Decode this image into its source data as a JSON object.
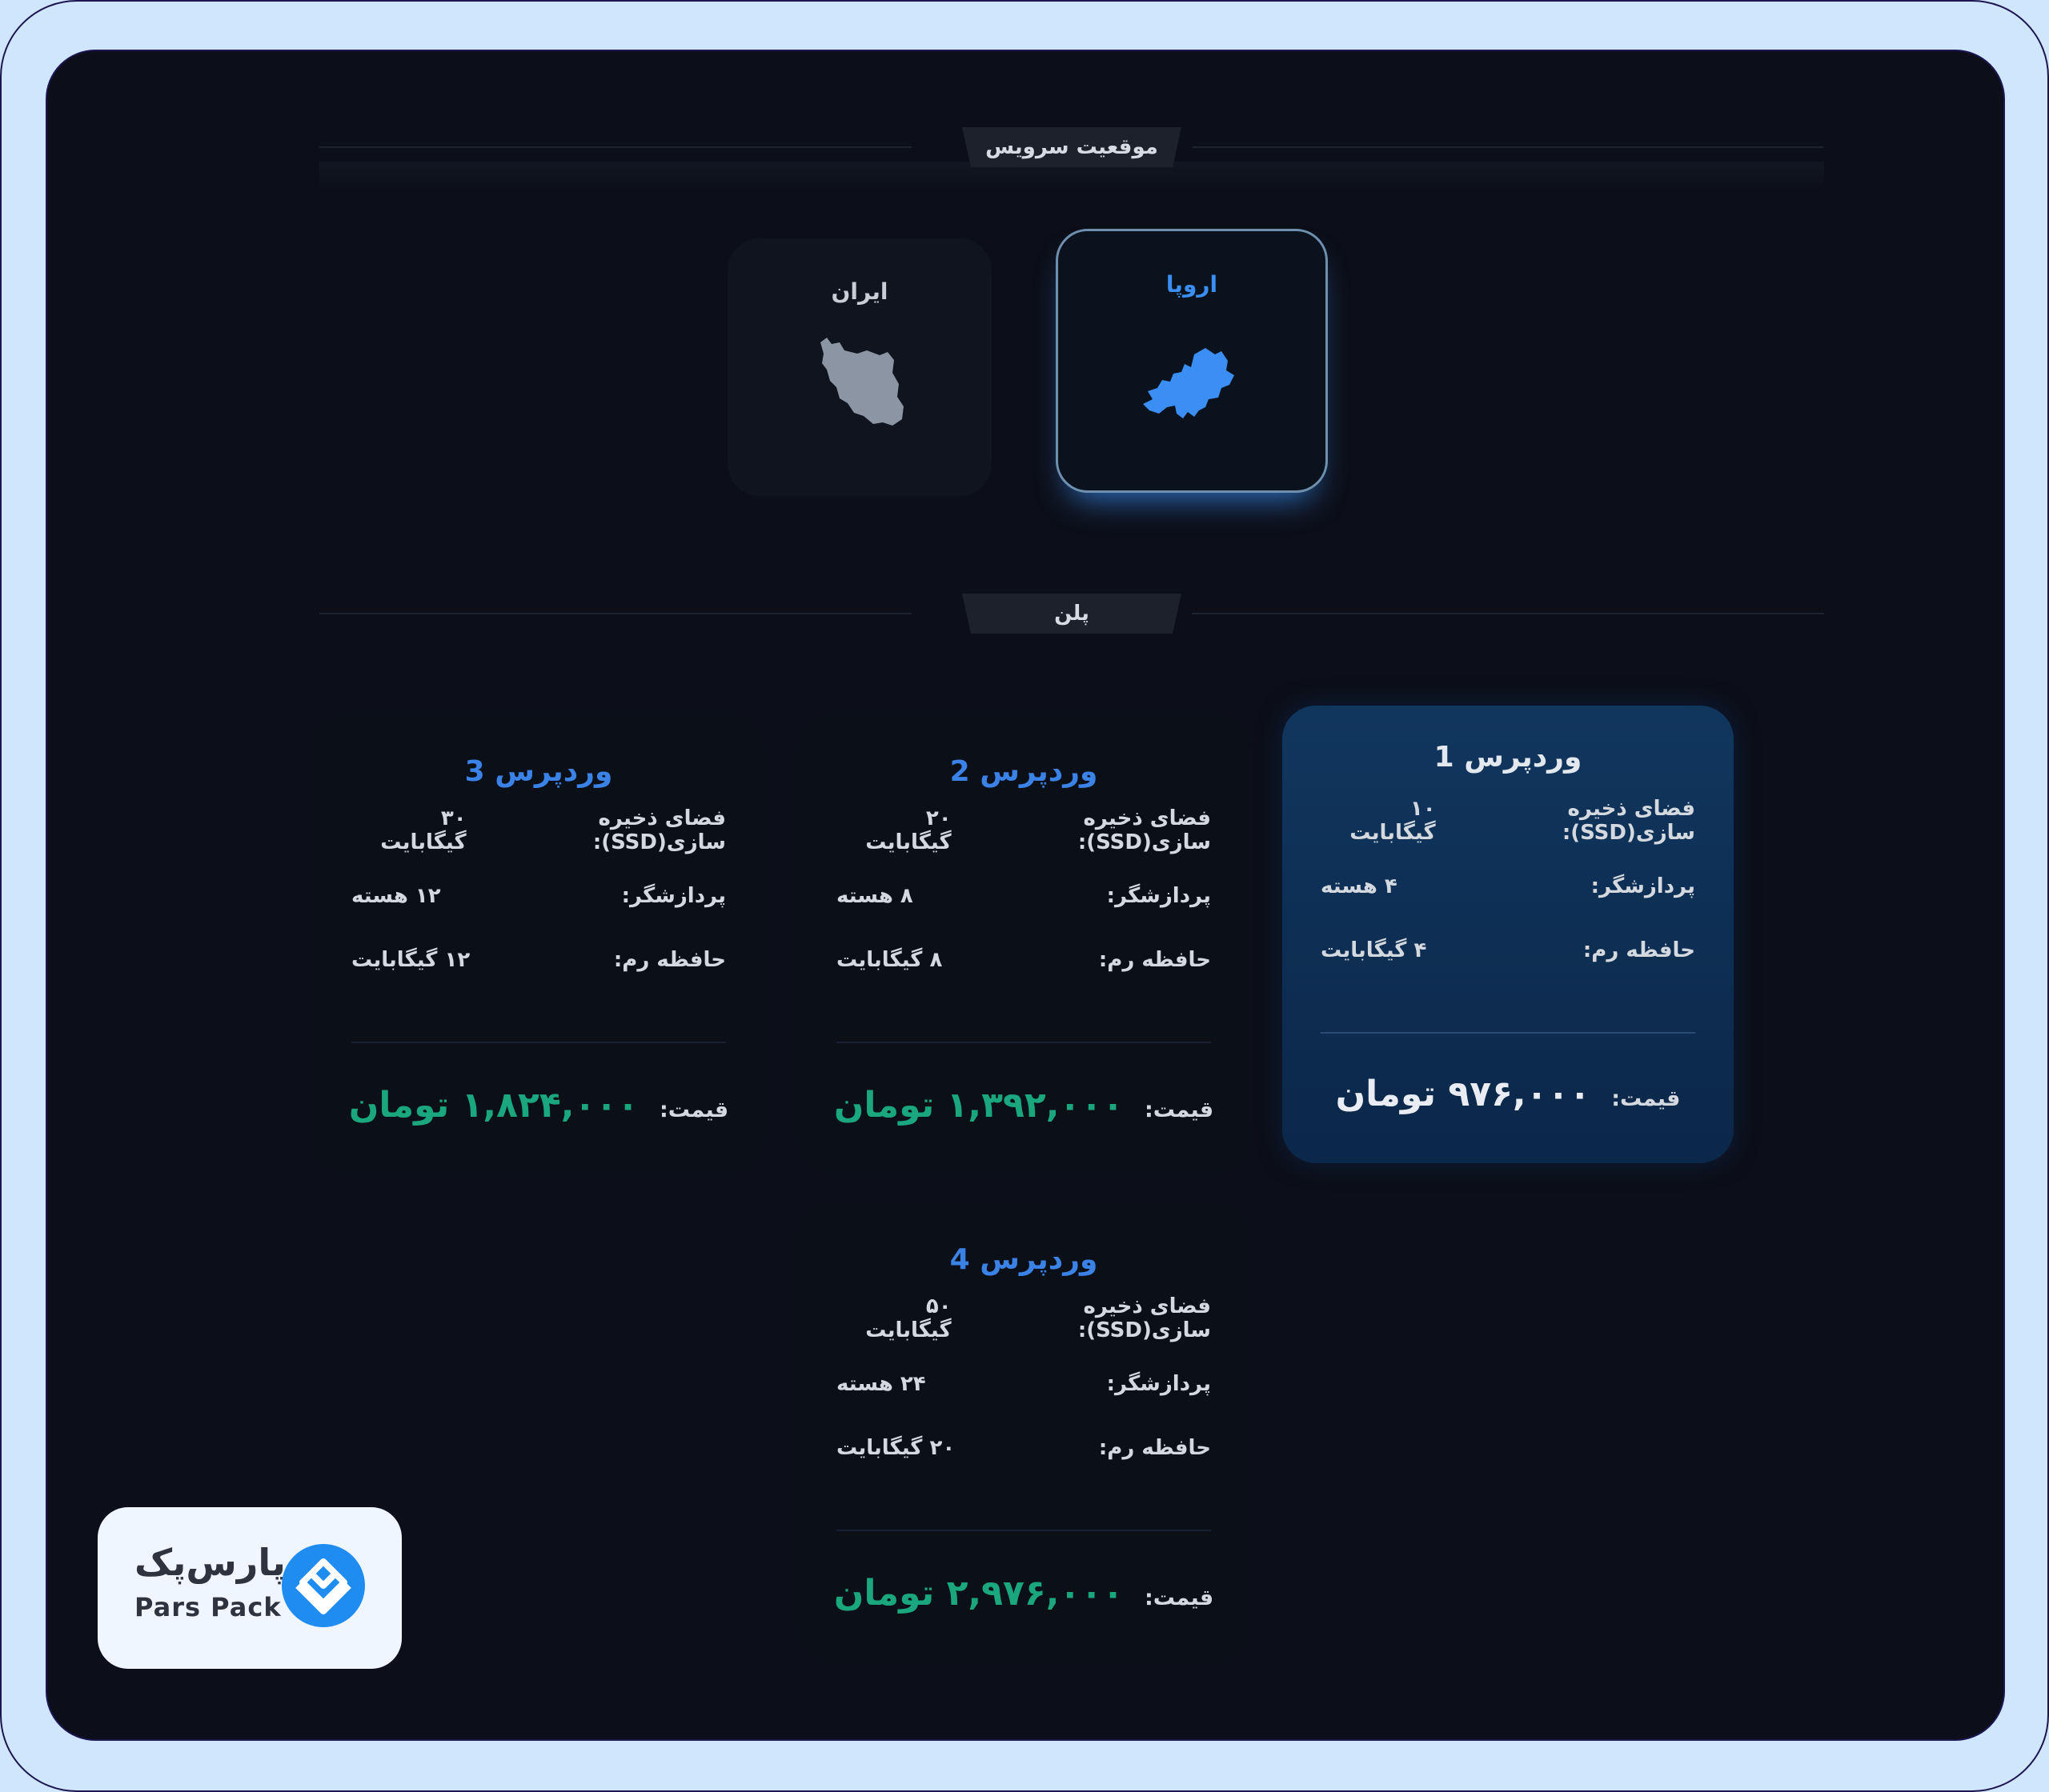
{
  "sections": {
    "location_label": "موقعیت سرویس",
    "plan_label": "پلن"
  },
  "locations": [
    {
      "name": "اروپا",
      "selected": true,
      "icon": "europe-map-icon"
    },
    {
      "name": "ایران",
      "selected": false,
      "icon": "iran-map-icon"
    }
  ],
  "plans": [
    {
      "title": "وردپرس 1",
      "storage_label": "فضای ذخیره سازی(SSD):",
      "storage_value": "۱۰ گیگابایت",
      "cpu_label": "پردازشگر:",
      "cpu_value": "۴ هسته",
      "ram_label": "حافظه رم:",
      "ram_value": "۴ گیگابایت",
      "price_label": "قیمت:",
      "price_value": "۹۷۶,۰۰۰ تومان",
      "active": true
    },
    {
      "title": "وردپرس 2",
      "storage_label": "فضای ذخیره سازی(SSD):",
      "storage_value": "۲۰ گیگابایت",
      "cpu_label": "پردازشگر:",
      "cpu_value": "۸ هسته",
      "ram_label": "حافظه رم:",
      "ram_value": "۸ گیگابایت",
      "price_label": "قیمت:",
      "price_value": "۱,۳۹۲,۰۰۰ تومان",
      "active": false
    },
    {
      "title": "وردپرس 3",
      "storage_label": "فضای ذخیره سازی(SSD):",
      "storage_value": "۳۰ گیگابایت",
      "cpu_label": "پردازشگر:",
      "cpu_value": "۱۲ هسته",
      "ram_label": "حافظه رم:",
      "ram_value": "۱۲ گیگابایت",
      "price_label": "قیمت:",
      "price_value": "۱,۸۲۴,۰۰۰ تومان",
      "active": false
    },
    {
      "title": "وردپرس 4",
      "storage_label": "فضای ذخیره سازی(SSD):",
      "storage_value": "۵۰ گیگابایت",
      "cpu_label": "پردازشگر:",
      "cpu_value": "۲۴ هسته",
      "ram_label": "حافظه رم:",
      "ram_value": "۲۰ گیگابایت",
      "price_label": "قیمت:",
      "price_value": "۲,۹۷۶,۰۰۰ تومان",
      "active": false
    }
  ],
  "logo": {
    "fa": "پارس‌پک",
    "en": "Pars Pack",
    "icon": "parspack-logo-icon"
  },
  "colors": {
    "accent_blue": "#3b82e6",
    "price_green": "#1aa77d",
    "panel_bg": "#0c0f19",
    "active_card": "#11365e"
  }
}
